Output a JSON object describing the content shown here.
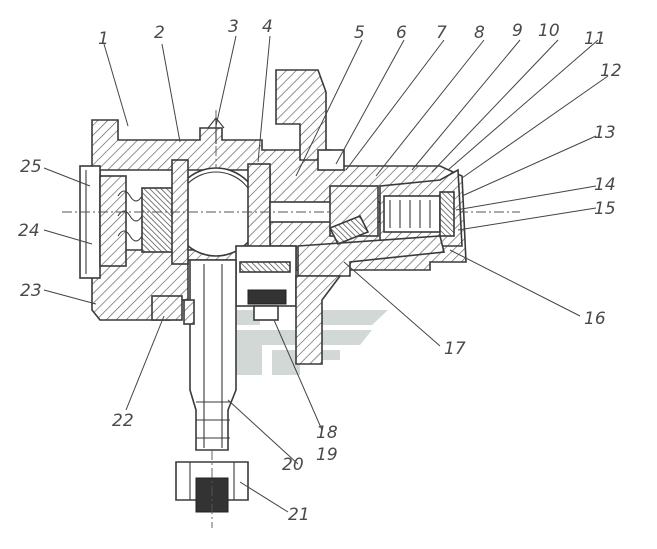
{
  "callouts": [
    "1",
    "2",
    "3",
    "4",
    "5",
    "6",
    "7",
    "8",
    "9",
    "10",
    "11",
    "12",
    "13",
    "14",
    "15",
    "16",
    "17",
    "18",
    "19",
    "20",
    "21",
    "22",
    "23",
    "24",
    "25"
  ],
  "colors": {
    "line": "#3a3a3a",
    "label": "#4a4a4a",
    "watermark": "#c9d2cf"
  }
}
